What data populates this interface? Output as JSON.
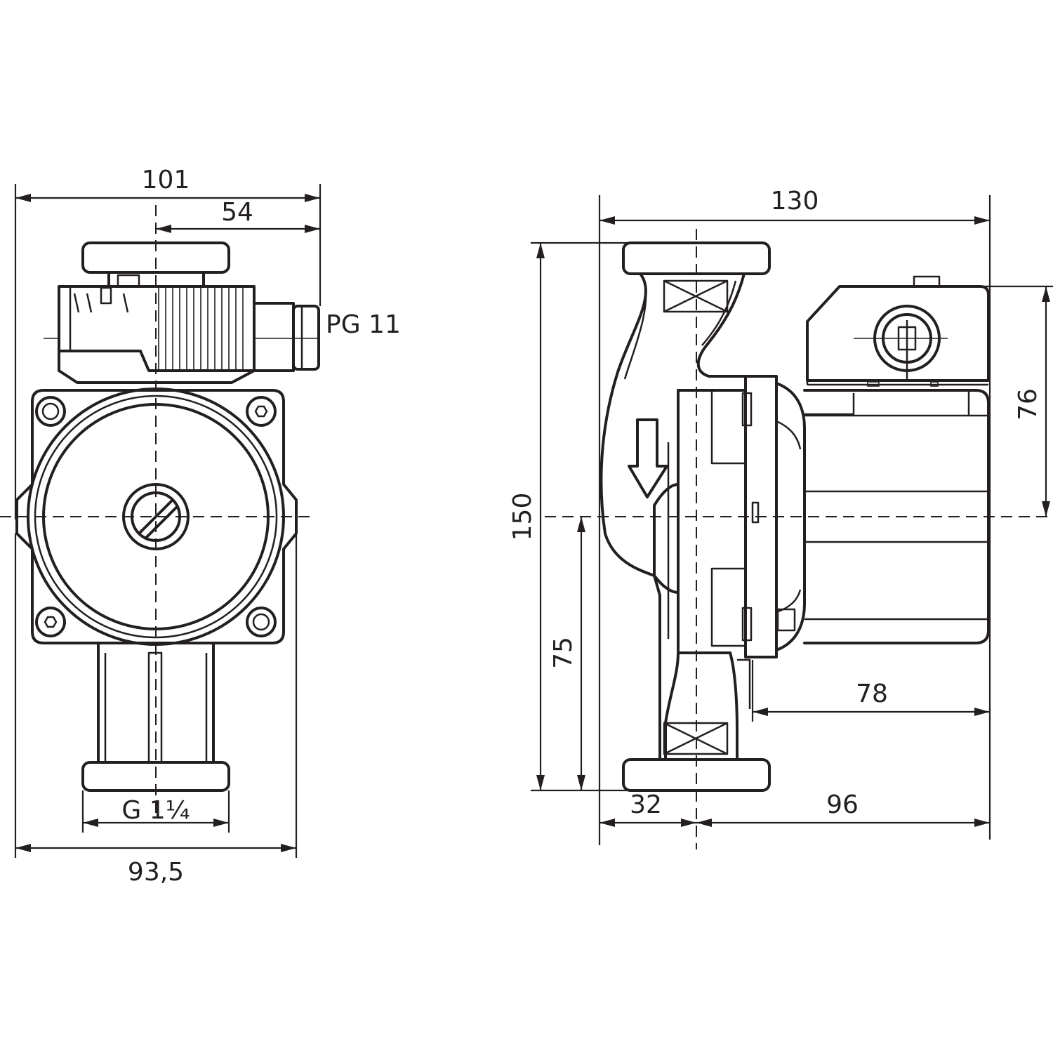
{
  "front_view": {
    "overall_width": "101",
    "connector_offset": "54",
    "cable_gland": "PG 11",
    "thread": "G 1¼",
    "housing_width": "93,5"
  },
  "side_view": {
    "overall_length": "130",
    "overall_height": "150",
    "axis_height": "75",
    "terminal_box_height": "76",
    "motor_length": "78",
    "flange_offset": "32",
    "motor_depth": "96"
  },
  "colors": {
    "line": "#231f20",
    "background": "#ffffff"
  }
}
